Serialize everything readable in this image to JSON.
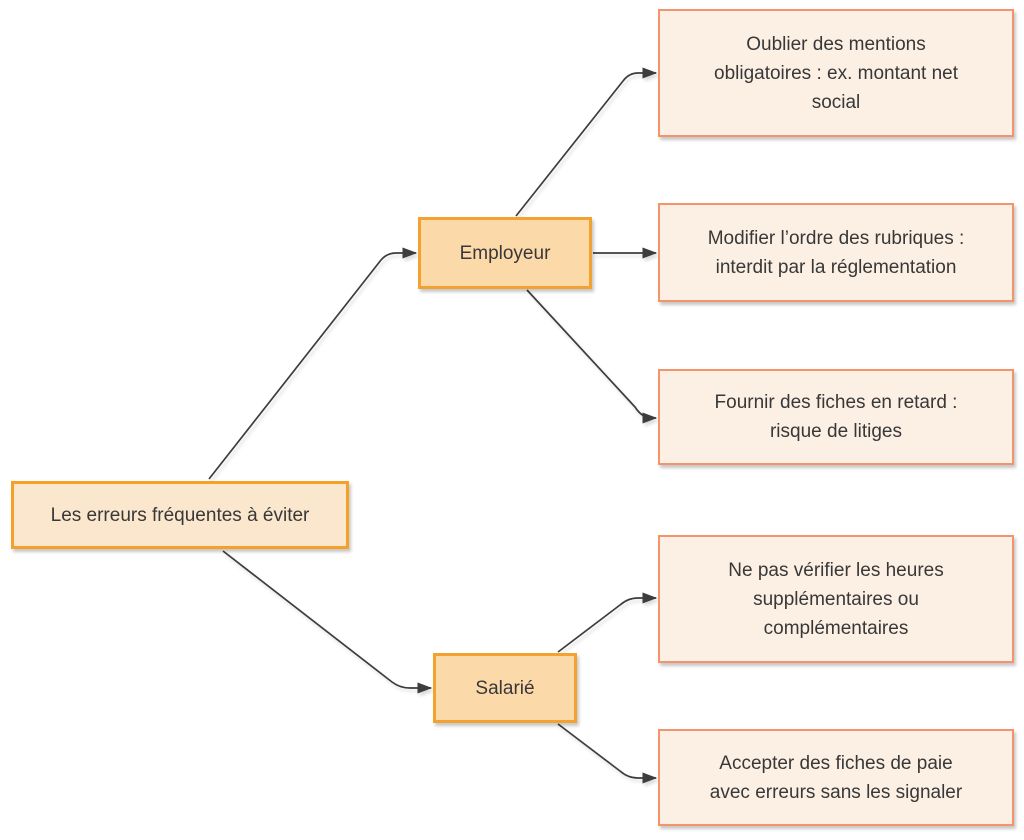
{
  "colors": {
    "canvas_bg": "#FFFFFF",
    "root_fill": "#FBE7CD",
    "root_stroke": "#F5A127",
    "branch_fill": "#FCD9A9",
    "branch_stroke": "#F2A230",
    "leaf_fill": "#FCF0E4",
    "leaf_stroke": "#F5936B",
    "edge_color": "#3D3D3D",
    "text_color": "#383838"
  },
  "nodes": {
    "root": {
      "label": "Les erreurs fréquentes à éviter"
    },
    "employeur": {
      "label": "Employeur"
    },
    "salarie": {
      "label": "Salarié"
    },
    "employeur_error_1": {
      "label": "Oublier des mentions obligatoires : ex. montant net social"
    },
    "employeur_error_2": {
      "label": "Modifier l’ordre des rubriques : interdit par la réglementation"
    },
    "employeur_error_3": {
      "label": "Fournir des fiches en retard : risque de litiges"
    },
    "salarie_error_1": {
      "label": "Ne pas vérifier les heures supplémentaires ou complémentaires"
    },
    "salarie_error_2": {
      "label": "Accepter des fiches de paie avec erreurs sans les signaler"
    }
  }
}
